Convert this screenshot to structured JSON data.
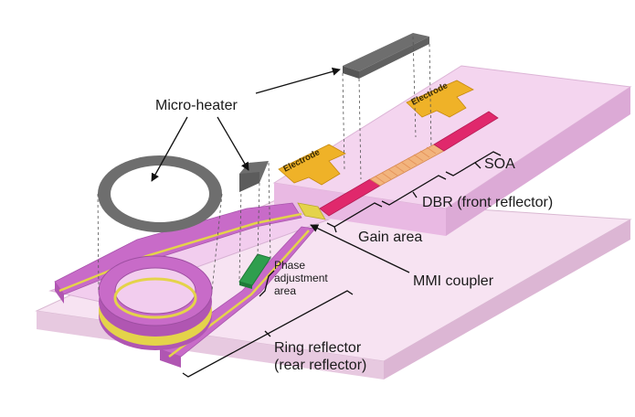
{
  "labels": {
    "micro_heater": "Micro-heater",
    "electrode_left": "Electrode",
    "electrode_right": "Electrode",
    "soa": "SOA",
    "dbr": "DBR (front reflector)",
    "gain_area": "Gain area",
    "phase_line1": "Phase",
    "phase_line2": "adjustment",
    "phase_line3": "area",
    "mmi_coupler": "MMI coupler",
    "ring_line1": "Ring reflector",
    "ring_line2": "(rear reflector)"
  },
  "colors": {
    "chip_top": "#f4d5ef",
    "chip_side": "#e9b9e3",
    "substrate_top": "#f7e3f2",
    "substrate_side": "#e7c9e0",
    "waveguide_top": "#c86bc8",
    "waveguide_side": "#b056b2",
    "yellow_layer": "#e4d34a",
    "gain": "#e0286c",
    "grating": "#f2b47d",
    "electrode": "#efb228",
    "heater": "#6e6e6e",
    "phase_heater": "#2f9e4e"
  }
}
